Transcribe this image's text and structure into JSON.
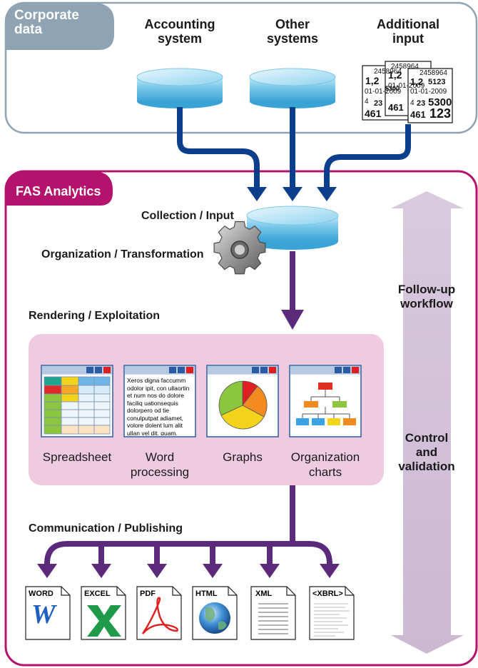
{
  "corporate": {
    "tab": "Corporate\ndata",
    "sources": [
      {
        "label": "Accounting\nsystem"
      },
      {
        "label": "Other\nsystems"
      },
      {
        "label": "Additional\ninput"
      }
    ],
    "sheet_numbers": [
      "2458964",
      "1,2",
      "5123",
      "01-01-2009",
      "4",
      "23",
      "5300",
      "461",
      "123"
    ]
  },
  "fas": {
    "tab": "FAS Analytics",
    "steps": {
      "collection": "Collection / Input",
      "organization": "Organization / Transformation",
      "rendering": "Rendering / Exploitation",
      "communication": "Communication / Publishing"
    },
    "apps": [
      {
        "caption": "Spreadsheet"
      },
      {
        "caption": "Word\nprocessing",
        "sample_text": "Xeros digna faccumm odolor ipit, con ullaortin et num nos do dolore faciliq uationsequis dolorpero od tie conulputpat adiamet, volore dolent lum alit ullan vel dit, quam, commodolor incin ullacrem. Illa faccum"
      },
      {
        "caption": "Graphs"
      },
      {
        "caption": "Organization\ncharts"
      }
    ],
    "side": {
      "followup": "Follow-up\nworkflow",
      "control": "Control\nand\nvalidation"
    },
    "outputs": [
      {
        "tag": "WORD"
      },
      {
        "tag": "EXCEL"
      },
      {
        "tag": "PDF"
      },
      {
        "tag": "HTML"
      },
      {
        "tag": "XML"
      },
      {
        "tag": "<XBRL>"
      }
    ]
  },
  "colors": {
    "corporate_border": "#8fa3b3",
    "fas_border": "#b5126e",
    "blue_arrow": "#0b3f8c",
    "purple_arrow": "#5b2a7a",
    "panel_pink": "#efcbe0",
    "side_bar": "#d7c7dc"
  }
}
